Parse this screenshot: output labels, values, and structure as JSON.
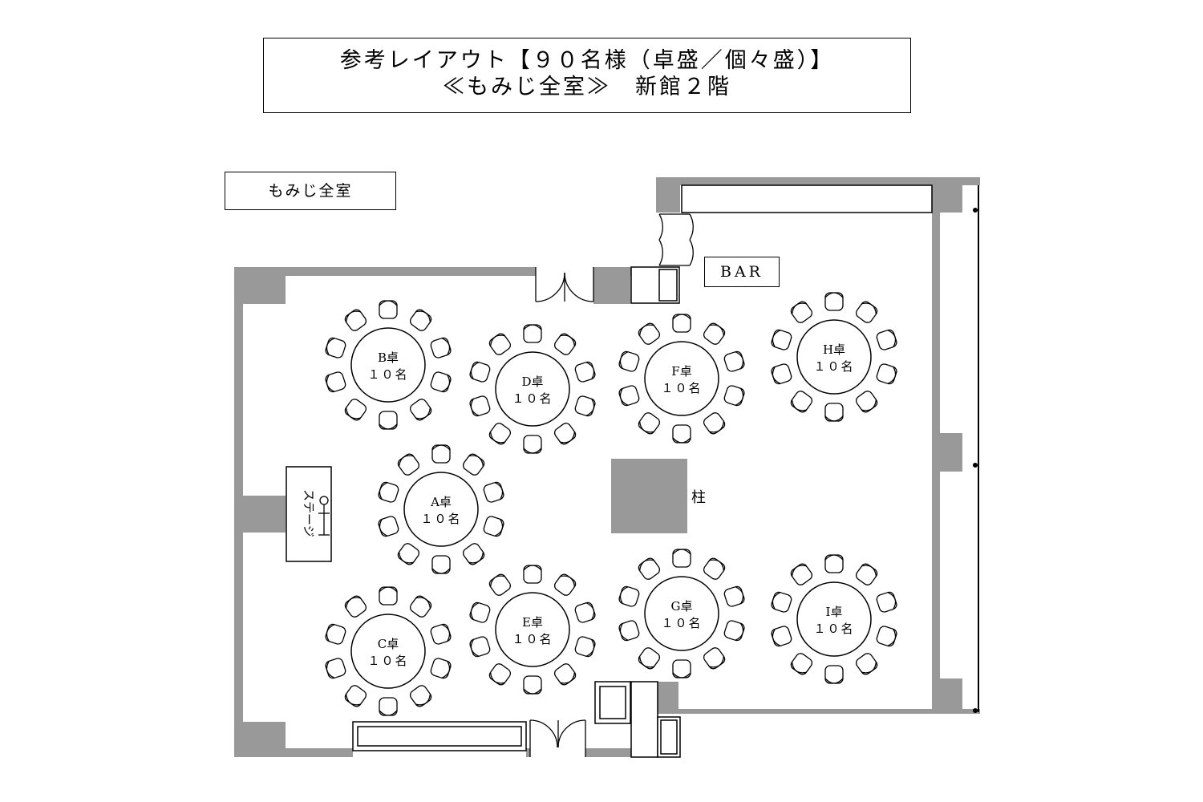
{
  "title": {
    "line1": "参考レイアウト【９０名様（卓盛／個々盛）】",
    "line2": "≪もみじ全室≫　新館２階"
  },
  "room_label": "もみじ全室",
  "bar_label": "BAR",
  "stage_label": "ステージ",
  "pillar_label": "柱",
  "tables": [
    {
      "id": "B",
      "name": "B卓",
      "seats": "１０名",
      "chairs": 10
    },
    {
      "id": "D",
      "name": "D卓",
      "seats": "１０名",
      "chairs": 10
    },
    {
      "id": "F",
      "name": "F卓",
      "seats": "１０名",
      "chairs": 10
    },
    {
      "id": "H",
      "name": "H卓",
      "seats": "１０名",
      "chairs": 10
    },
    {
      "id": "A",
      "name": "A卓",
      "seats": "１０名",
      "chairs": 10
    },
    {
      "id": "C",
      "name": "C卓",
      "seats": "１０名",
      "chairs": 10
    },
    {
      "id": "E",
      "name": "E卓",
      "seats": "１０名",
      "chairs": 10
    },
    {
      "id": "G",
      "name": "G卓",
      "seats": "１０名",
      "chairs": 10
    },
    {
      "id": "I",
      "name": "I卓",
      "seats": "１０名",
      "chairs": 10
    }
  ],
  "colors": {
    "wall": "#999999",
    "pillar": "#999999",
    "line": "#000000",
    "background": "#ffffff"
  }
}
